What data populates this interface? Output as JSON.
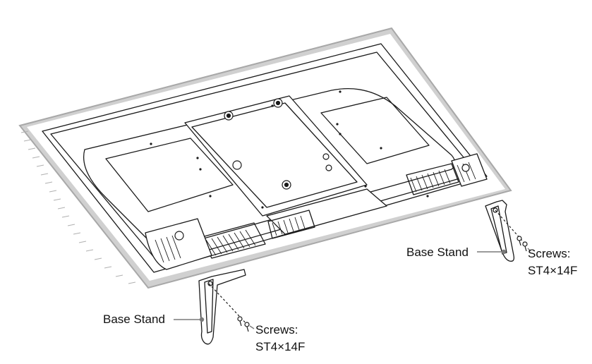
{
  "labels": {
    "left_stand": "Base Stand",
    "left_screws_title": "Screws:",
    "left_screws_spec": "ST4×14F",
    "right_stand": "Base Stand",
    "right_screws_title": "Screws:",
    "right_screws_spec": "ST4×14F"
  },
  "colors": {
    "line": "#1a1a1a",
    "surface": "#bdbdbd",
    "leader": "#7a7a7a"
  }
}
